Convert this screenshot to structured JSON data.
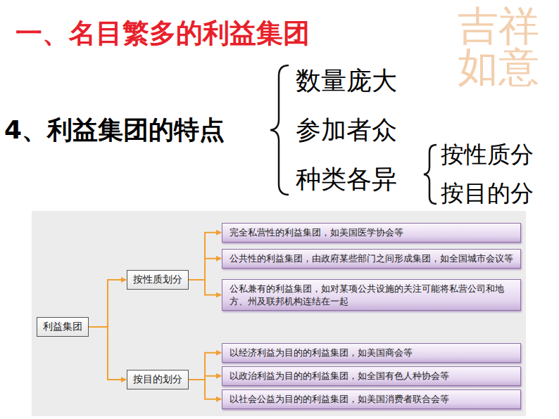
{
  "diagram": {
    "title": "一、名目繁多的利益集团",
    "nodes": [
      {
        "text": [
          "利益集团"
        ]
      },
      {
        "text": [
          "按性质划分"
        ]
      },
      {
        "text": [
          "按目的划分"
        ]
      },
      {
        "text": [
          "完全私营性的利益集团，如美国医学协会等"
        ]
      },
      {
        "text": [
          "公共性的利益集团，由政府某些部门之间形成集团，如全国城市会议等"
        ]
      },
      {
        "text": [
          "公私兼有的利益集团，如对某项公共设施的关注可能将私营公司和地方、州及联邦机构连结在一起"
        ]
      },
      {
        "text": [
          "以经济利益为目的的利益集团，如美国商会等"
        ]
      },
      {
        "text": [
          "以政治利益为目的的利益集团，如全国有色人种协会等"
        ]
      },
      {
        "text": [
          "以社会公益为目的的利益集团，如美国消费者联合会等"
        ]
      }
    ],
    "edges": [
      {
        "from": 0,
        "to": 1,
        "arrow": "to"
      },
      {
        "from": 0,
        "to": 2,
        "arrow": "to"
      },
      {
        "from": 1,
        "to": 3,
        "arrow": "to"
      },
      {
        "from": 1,
        "to": 4,
        "arrow": "to"
      },
      {
        "from": 1,
        "to": 5,
        "arrow": "to"
      },
      {
        "from": 2,
        "to": 6,
        "arrow": "to"
      },
      {
        "from": 2,
        "to": 7,
        "arrow": "to"
      },
      {
        "from": 2,
        "to": 8,
        "arrow": "to"
      }
    ],
    "labels": [
      "4、利益集团的特点",
      "数量庞大",
      "参加者众",
      "种类各异",
      "按性质分",
      "按目的分",
      "吉祥如意"
    ]
  }
}
